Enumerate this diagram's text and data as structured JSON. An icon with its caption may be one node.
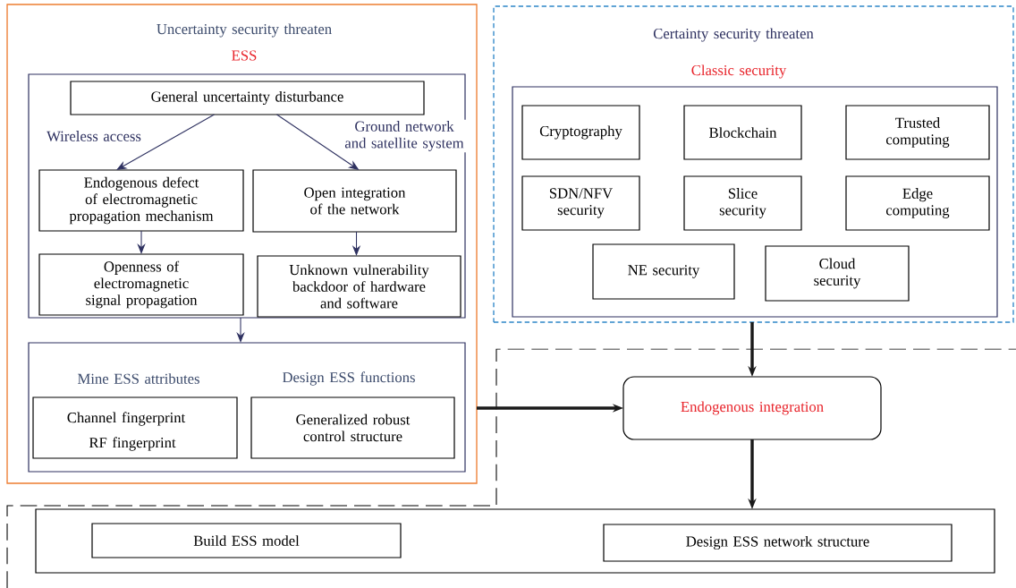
{
  "diagram": {
    "nodes": [
      {
        "text": [
          "Uncertainty security threaten",
          "ESS"
        ]
      },
      {
        "text": [],
        "shape": "box",
        "in": 0
      },
      {
        "text": [
          "General uncertainty disturbance"
        ],
        "in": 1
      },
      {
        "text": [
          "Endogenous defect of electromagnetic propagation mechanism"
        ],
        "in": 1
      },
      {
        "text": [
          "Open integration of the network"
        ],
        "in": 1
      },
      {
        "text": [
          "Openness of electromagnetic signal propagation"
        ],
        "in": 1
      },
      {
        "text": [
          "Unknown vulnerability backdoor of hardware and software"
        ],
        "in": 1
      },
      {
        "text": [
          "Mine ESS attributes",
          "Design ESS functions"
        ],
        "in": 0
      },
      {
        "text": [
          "Channel fingerprint",
          "RF fingerprint"
        ],
        "in": 7
      },
      {
        "text": [
          "Generalized robust control structure"
        ],
        "in": 7
      },
      {
        "text": [
          "Certainty security threaten",
          "Classic security"
        ]
      },
      {
        "text": [],
        "shape": "box",
        "in": 10
      },
      {
        "text": [
          "Cryptography"
        ],
        "in": 11
      },
      {
        "text": [
          "Blockchain"
        ],
        "in": 11
      },
      {
        "text": [
          "Trusted computing"
        ],
        "in": 11
      },
      {
        "text": [
          "SDN/NFV security"
        ],
        "in": 11
      },
      {
        "text": [
          "Slice security"
        ],
        "in": 11
      },
      {
        "text": [
          "Edge computing"
        ],
        "in": 11
      },
      {
        "text": [
          "NE security"
        ],
        "in": 11
      },
      {
        "text": [
          "Cloud security"
        ],
        "in": 11
      },
      {
        "text": [
          "Endogenous integration"
        ]
      },
      {
        "text": [],
        "shape": "box"
      },
      {
        "text": [
          "Build ESS model"
        ],
        "in": 21
      },
      {
        "text": [
          "Design ESS network structure"
        ],
        "in": 21
      }
    ],
    "edges": [
      {
        "from": 2,
        "to": 3,
        "arrow": "to",
        "label": "Wireless access"
      },
      {
        "from": 2,
        "to": 4,
        "arrow": "to",
        "label": "Ground network and satellite system"
      },
      {
        "from": 3,
        "to": 5,
        "arrow": "to"
      },
      {
        "from": 4,
        "to": 6,
        "arrow": "to"
      },
      {
        "from": 1,
        "to": 7,
        "arrow": "to"
      },
      {
        "from": 0,
        "to": 20,
        "arrow": "to",
        "style": "thick",
        "color": "#1a1a1a"
      },
      {
        "from": 10,
        "to": 20,
        "arrow": "to",
        "style": "thick",
        "color": "#1a1a1a"
      },
      {
        "from": 20,
        "to": 21,
        "arrow": "to",
        "style": "thick",
        "color": "#1a1a1a"
      }
    ]
  }
}
